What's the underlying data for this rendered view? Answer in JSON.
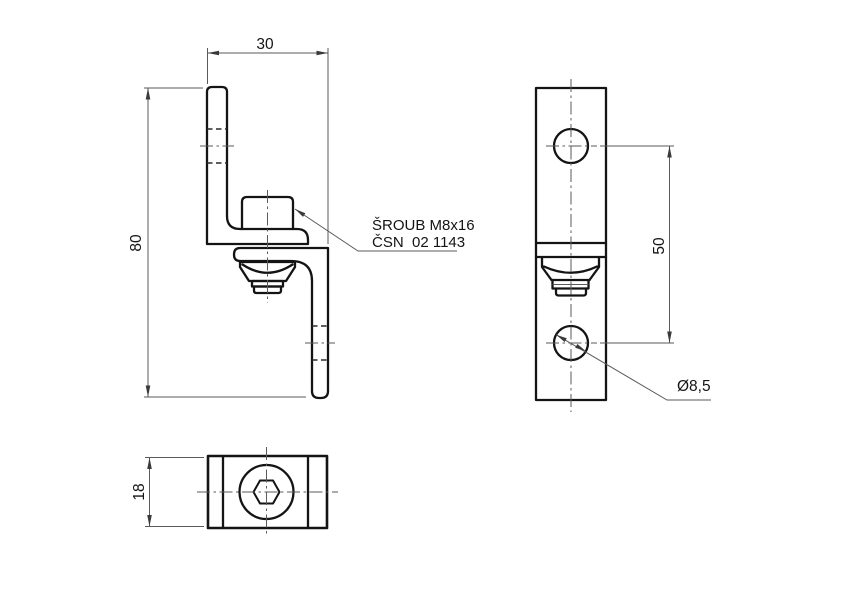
{
  "labels": {
    "dim_width": "30",
    "dim_height": "80",
    "dim_hole_spacing": "50",
    "dim_depth": "18",
    "hole_diameter": "Ø8,5"
  },
  "note": {
    "line1": "ŠROUB M8x16",
    "line2": "ČSN  02 1143"
  },
  "colors": {
    "outline": "#141414",
    "thin_line": "#5a5a5a",
    "text": "#141414",
    "background": "#ffffff"
  }
}
